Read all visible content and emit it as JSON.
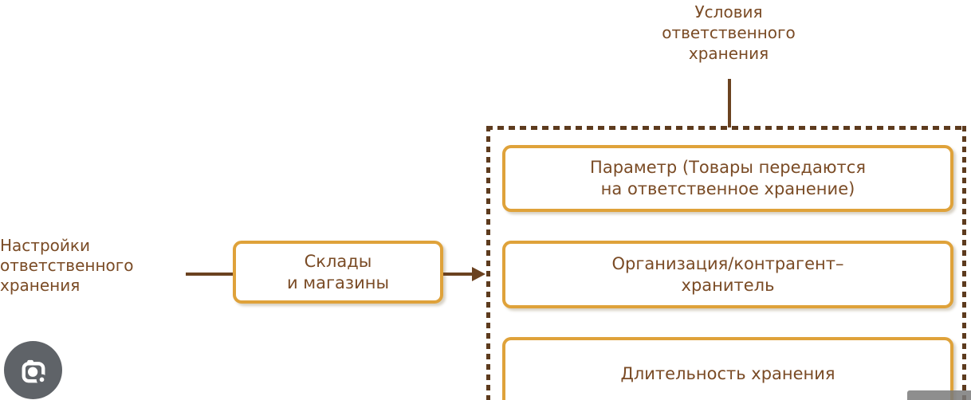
{
  "colors": {
    "accent_gold": "#dfa23a",
    "text_brown": "#7a4b25",
    "line_brown": "#6b4220",
    "dash_brown": "#5d3b1e",
    "lens_button_grey": "#5f6368",
    "badge_grey": "#7a7a7a",
    "background": "#ffffff"
  },
  "diagram": {
    "top_label": {
      "lines": [
        "Условия",
        "ответственного",
        "хранения"
      ]
    },
    "left_label": {
      "lines": [
        "Настройки",
        "ответственного",
        "хранения"
      ]
    },
    "warehouse_box": {
      "lines": [
        "Склады",
        "и магазины"
      ]
    },
    "container_boxes": [
      {
        "lines": [
          "Параметр (Товары передаются",
          "на ответственное хранение)"
        ]
      },
      {
        "lines": [
          "Организация/контрагент–",
          "хранитель"
        ]
      },
      {
        "lines": [
          "Длительность хранения"
        ]
      }
    ]
  }
}
